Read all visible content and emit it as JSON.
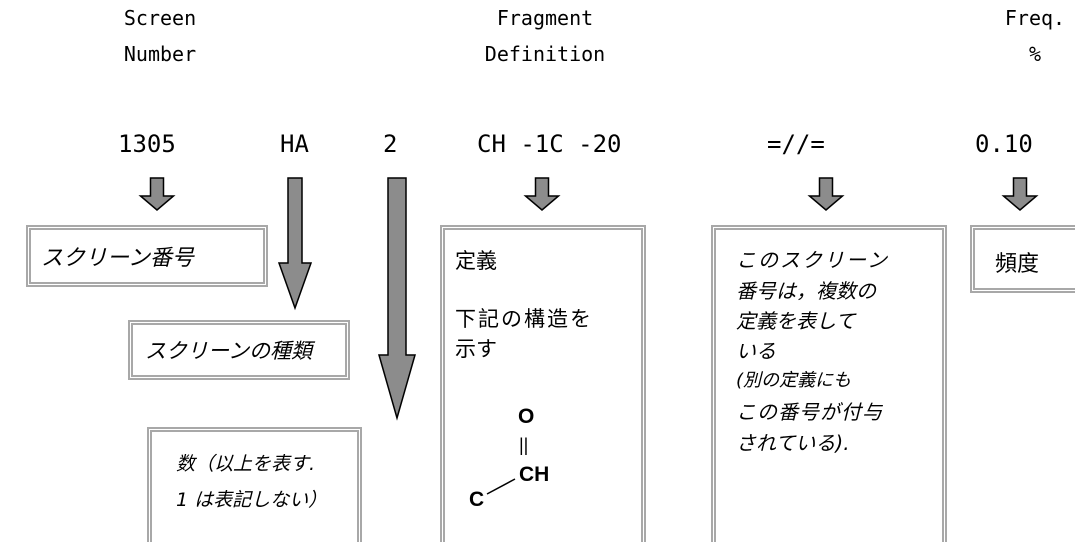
{
  "headers": {
    "screen_number": [
      "Screen",
      "Number"
    ],
    "fragment_definition": [
      "Fragment",
      "Definition"
    ],
    "frequency": [
      "Freq.",
      "%"
    ]
  },
  "values": {
    "screen_number": "1305",
    "screen_type": "HA",
    "count": "2",
    "fragment": "CH -1C -20",
    "separator": "=//=",
    "frequency": "0.10"
  },
  "callouts": {
    "screen_number": "スクリーン番号",
    "screen_type": "スクリーンの種類",
    "count": [
      "数（以上を表す.",
      "1 は表記しない）"
    ],
    "definition": {
      "title": "定義",
      "body": [
        "下記の構造を",
        "示す"
      ],
      "structure": {
        "top_atom": "O",
        "bond": "||",
        "center_atom": "CH",
        "left_atom": "C"
      }
    },
    "multiple": [
      "このスクリーン",
      "番号は，複数の",
      "定義を表して",
      "いる",
      "(別の定義にも",
      "この番号が付与",
      "されている)."
    ],
    "frequency": "頻度"
  },
  "colors": {
    "arrow_fill": "#8c8c8c",
    "arrow_stroke": "#000000",
    "box_border": "#a8a8a8"
  }
}
